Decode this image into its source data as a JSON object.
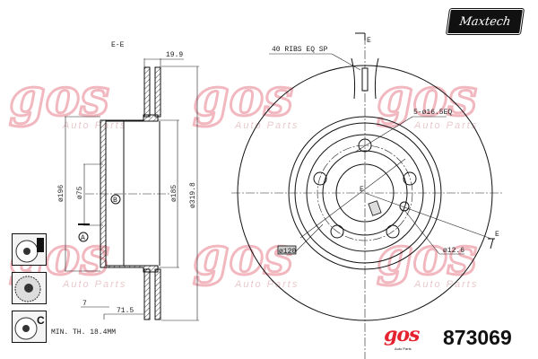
{
  "drawing": {
    "section_label": "E-E",
    "section_marker": "E",
    "center_marker": "E",
    "dimensions": {
      "width_19_9": "19.9",
      "dia_196": "ø196",
      "dia_75": "ø75",
      "dia_185": "ø185",
      "dia_319_8": "ø319.8",
      "offset_7": "7",
      "height_71_5": "71.5",
      "ribs": "40 RIBS EQ SP",
      "holes": "5-ø16.5EQ",
      "pcd": "ø120",
      "hole_12_6": "ø12.6"
    },
    "callouts": {
      "a": "A",
      "b": "B"
    },
    "min_thickness": "MIN. TH. 18.4MM"
  },
  "brand": {
    "maxtech_logo": "Maxtech",
    "gos_logo": "gos",
    "gos_sub": "Auto Parts",
    "part_number": "873069"
  },
  "watermark": {
    "text": "gos",
    "sub": "Auto Parts"
  },
  "feature_icons": [
    "disc-with-caliper-icon",
    "drilled-slotted-disc-icon",
    "coated-disc-icon"
  ],
  "colors": {
    "watermark": "#f2b8c0",
    "brand_red": "#e52330",
    "line": "#111111"
  }
}
